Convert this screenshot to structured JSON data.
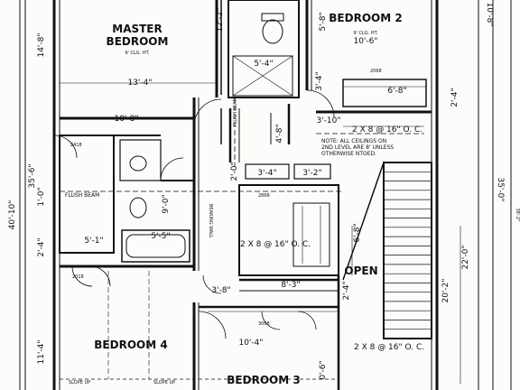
{
  "rooms": {
    "master": [
      "MASTER",
      "BEDROOM"
    ],
    "master_ceiling": "9' CLG. HT.",
    "bedroom2": "BEDROOM 2",
    "bedroom2_ceiling": "9' CLG. HT.",
    "bedroom3": "BEDROOM 3",
    "bedroom4": "BEDROOM 4",
    "open": "OPEN"
  },
  "dimensions": {
    "master_w": "13'-4\"",
    "master_d": "14'-8\"",
    "bed2_w": "10'-6\"",
    "bed2_side": "10'-8\"",
    "bed2_closet": "6'-8\"",
    "bath_top_w": "5'-4\"",
    "bath_top_d": "12'-2\"",
    "hall_w": "10'-8\"",
    "hall_a": "3'-10\"",
    "hall_b": "3'-4\"",
    "hall_c": "4'-8\"",
    "left_a": "35'-6\"",
    "left_b": "40'-10\"",
    "left_c": "1'-0\"",
    "left_d": "2'-4\"",
    "left_e": "11'-4\"",
    "bath_w": "5'-1\"",
    "tub_w": "5'-5\"",
    "mid_a": "3'-4\"",
    "mid_b": "3'-2\"",
    "mid_c": "2'-0\"",
    "mid_d": "3'-8\"",
    "mid_e": "8'-3\"",
    "mid_f": "9'-0\"",
    "stair_h": "6'-8\"",
    "stair_w": "2'-4\"",
    "right_a": "2'-4\"",
    "right_b": "35'-0\"",
    "right_c": "20'-2\"",
    "right_d": "22'-0\"",
    "right_e": "38'-2\"",
    "bottom_a": "10'-4\"",
    "bottom_b": "0'-6\"",
    "bed3_side": "5'-8\""
  },
  "notes": {
    "ceiling_note": [
      "NOTE: ALL CEILINGS ON",
      "2ND LEVEL ARE 8' UNLESS",
      "OTHERWISE NTOED."
    ],
    "beam_top": "2 X 8 @ 16\" O. C.",
    "beam_mid": "2 X 8 @ 16\" O. C.",
    "beam_bottom": "2 X 8 @ 16\" O. C.",
    "flush_beam": "FLUSH BEAM",
    "flush_beam_v": "FLUSH BEAM",
    "bearing_wall": "BEARING WALL",
    "slope_up": "SLOPE UP",
    "door_2068": "2068",
    "door_2868": "2868",
    "door_2018": "2018",
    "door_2418": "2418",
    "door_3068": "3068"
  }
}
